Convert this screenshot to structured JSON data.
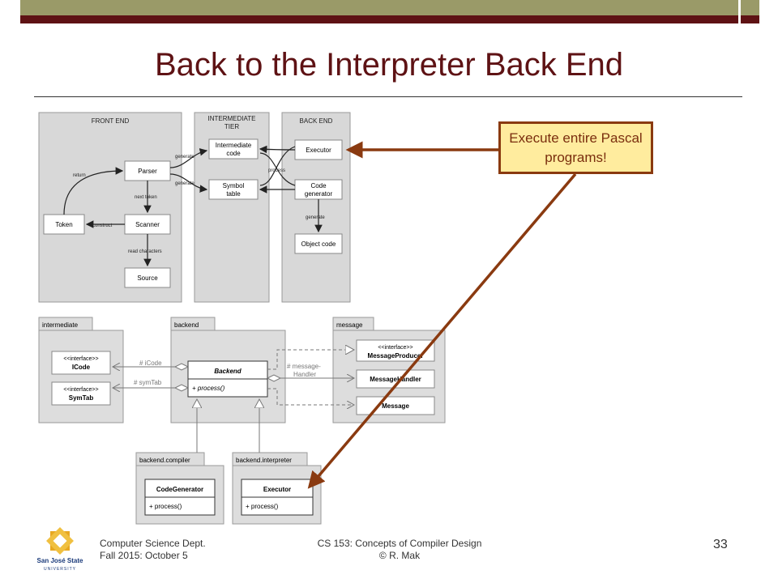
{
  "slide": {
    "title": "Back to the Interpreter Back End",
    "callout": "Execute entire Pascal programs!",
    "footer_left_1": "Computer Science Dept.",
    "footer_left_2": "Fall 2015: October 5",
    "footer_center_1": "CS 153: Concepts of Compiler Design",
    "footer_center_2": "© R. Mak",
    "page_number": "33",
    "logo_text_1": "San José State",
    "logo_text_2": "UNIVERSITY"
  },
  "diagram1": {
    "panel_front": "FRONT END",
    "panel_mid_1": "INTERMEDIATE",
    "panel_mid_2": "TIER",
    "panel_back": "BACK END",
    "parser": "Parser",
    "scanner": "Scanner",
    "token": "Token",
    "source": "Source",
    "icode_1": "Intermediate",
    "icode_2": "code",
    "symtab_1": "Symbol",
    "symtab_2": "table",
    "executor": "Executor",
    "codegen_1": "Code",
    "codegen_2": "generator",
    "objcode": "Object code",
    "lbl_return": "return",
    "lbl_next_token": "next token",
    "lbl_construct": "construct",
    "lbl_read_chars": "read characters",
    "lbl_generate_1": "generate",
    "lbl_generate_2": "generate",
    "lbl_process": "process",
    "lbl_generate_3": "generate"
  },
  "diagram2": {
    "pkg_intermediate": "intermediate",
    "pkg_backend": "backend",
    "pkg_message": "message",
    "pkg_compiler": "backend.compiler",
    "pkg_interpreter": "backend.interpreter",
    "stereo": "<<interface>>",
    "icode": "ICode",
    "symtab": "SymTab",
    "backend_class": "Backend",
    "backend_op": "+ process()",
    "msg_producer": "MessageProducer",
    "msg_handler": "MessageHandler",
    "message": "Message",
    "codegen": "CodeGenerator",
    "codegen_op": "+ process()",
    "executor": "Executor",
    "executor_op": "+ process()",
    "lbl_icode": "# iCode",
    "lbl_symtab": "# symTab",
    "lbl_handler_1": "# message-",
    "lbl_handler_2": "Handler"
  },
  "colors": {
    "title": "#5e1214",
    "bar_olive": "#9a9a68",
    "bar_dark": "#5e1214",
    "callout_border": "#8a3a10",
    "callout_fill": "#ffec9e",
    "arrow": "#8a3a10"
  }
}
